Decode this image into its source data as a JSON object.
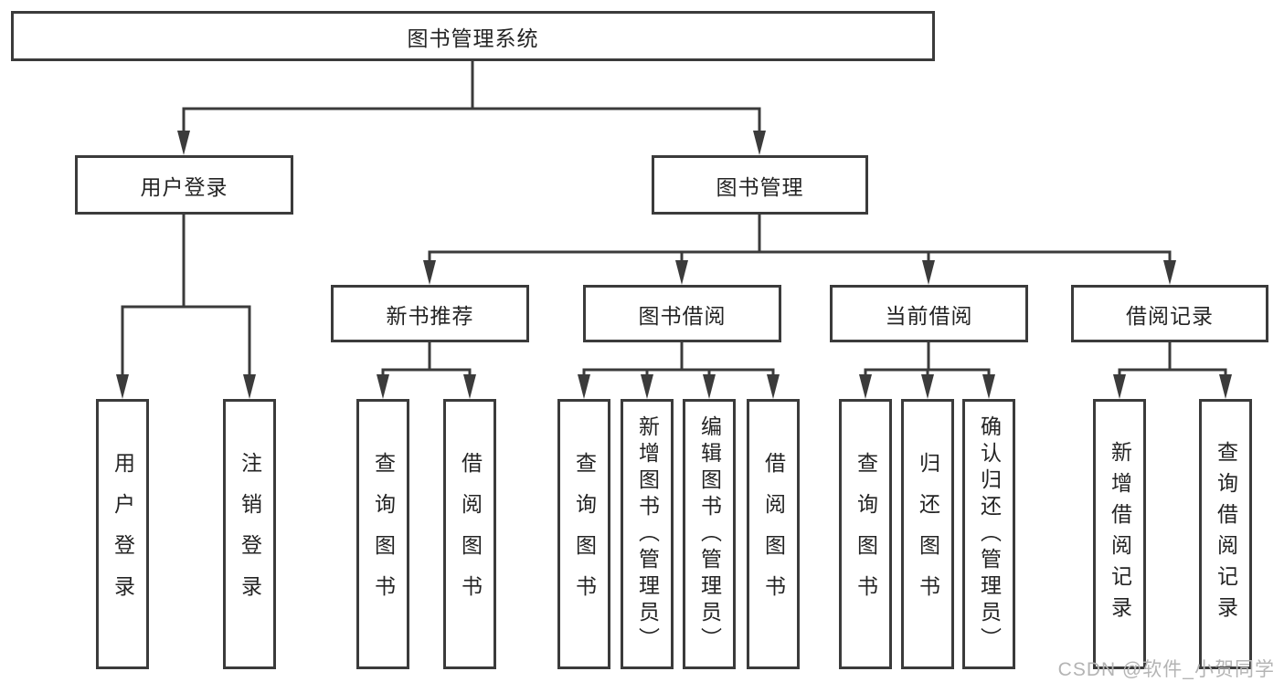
{
  "tree": {
    "root": {
      "label": "图书管理系统"
    },
    "children": [
      {
        "label": "用户登录",
        "children": [
          "用户登录",
          "注销登录"
        ]
      },
      {
        "label": "图书管理",
        "children": [
          {
            "label": "新书推荐",
            "children": [
              "查询图书",
              "借阅图书"
            ]
          },
          {
            "label": "图书借阅",
            "children": [
              "查询图书",
              "新增图书（管理员）",
              "编辑图书（管理员）",
              "借阅图书"
            ]
          },
          {
            "label": "当前借阅",
            "children": [
              "查询图书",
              "归还图书",
              "确认归还（管理员）"
            ]
          },
          {
            "label": "借阅记录",
            "children": [
              "新增借阅记录",
              "查询借阅记录"
            ]
          }
        ]
      }
    ]
  },
  "colors": {
    "line": "#3b3b3b",
    "text": "#242424",
    "watermark": "#b4b4b4",
    "background": "#ffffff"
  },
  "watermark": "CSDN @软件_小贺同学"
}
